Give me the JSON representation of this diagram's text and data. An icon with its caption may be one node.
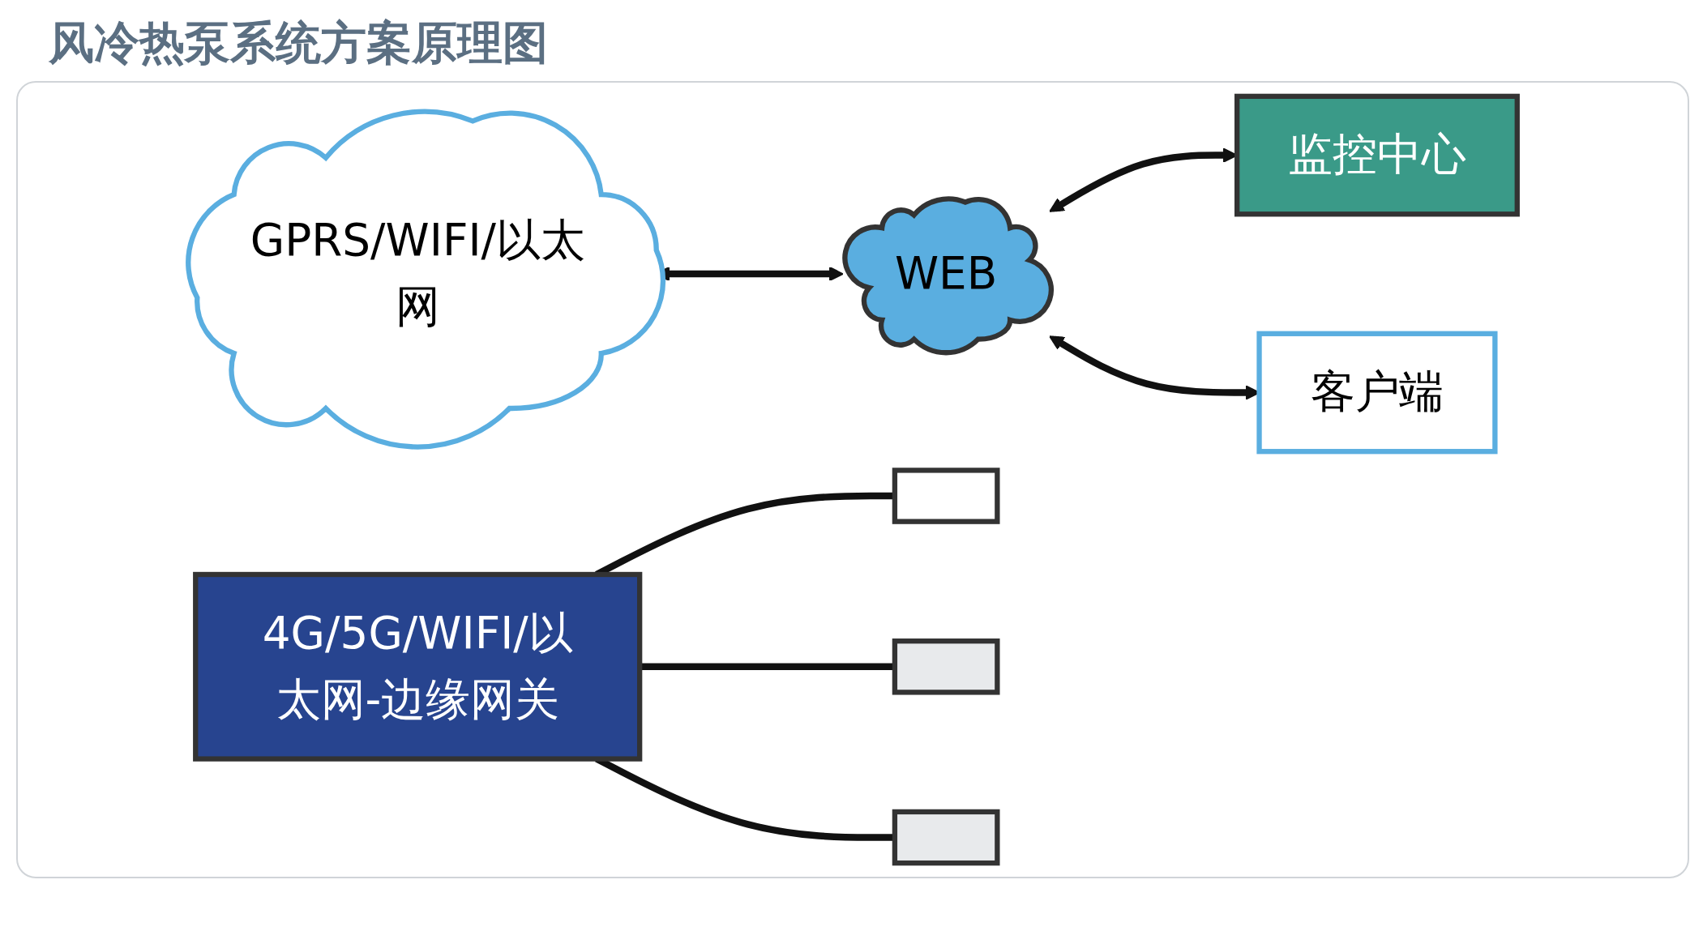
{
  "diagram": {
    "title": "风冷热泵系统方案原理图",
    "nodes": [
      {
        "text": [],
        "shape": "box"
      },
      {
        "text": [
          "GPRS/WIFI/以太网"
        ]
      },
      {
        "text": [
          "4G/5G/WIFI/以太网-边缘网关"
        ]
      },
      {
        "text": [
          "WEB"
        ]
      },
      {
        "text": [
          "监控中心"
        ]
      },
      {
        "text": [
          "客户端"
        ]
      },
      {
        "text": [],
        "shape": "box"
      },
      {
        "text": [],
        "shape": "box"
      }
    ],
    "edges": [
      {
        "from": 2,
        "to": 0,
        "arrow": "none"
      },
      {
        "from": 1,
        "to": 3,
        "arrow": "both"
      },
      {
        "from": 3,
        "to": 4,
        "arrow": "both"
      },
      {
        "from": 3,
        "to": 5,
        "arrow": "both"
      },
      {
        "from": 2,
        "to": 6,
        "arrow": "none"
      },
      {
        "from": 2,
        "to": 7,
        "arrow": "none"
      }
    ]
  }
}
